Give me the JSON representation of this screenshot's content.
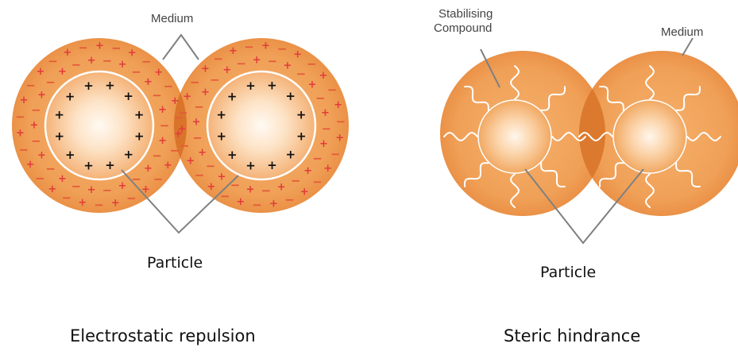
{
  "left_panel": {
    "medium_label": "Medium",
    "particle_label": "Particle",
    "caption": "Electrostatic repulsion",
    "inner_charge_symbol": "+",
    "outer_positive_symbol": "+",
    "outer_negative_symbol": "−"
  },
  "right_panel": {
    "stabilising_label_line1": "Stabilising",
    "stabilising_label_line2": "Compound",
    "medium_label": "Medium",
    "particle_label": "Particle",
    "caption": "Steric hindrance"
  },
  "colors": {
    "outer_orange": "#ef9a4d",
    "overlap_orange": "#d9742a",
    "inner_light": "#fff1df",
    "negative_red": "#e35a3a",
    "positive_red": "#e23b3b",
    "inner_plus": "#111111",
    "leader_line": "#808080",
    "squiggle": "#ffffff"
  },
  "icons": [
    "charge-plus-icon",
    "charge-minus-icon",
    "stabiliser-chain-icon"
  ]
}
